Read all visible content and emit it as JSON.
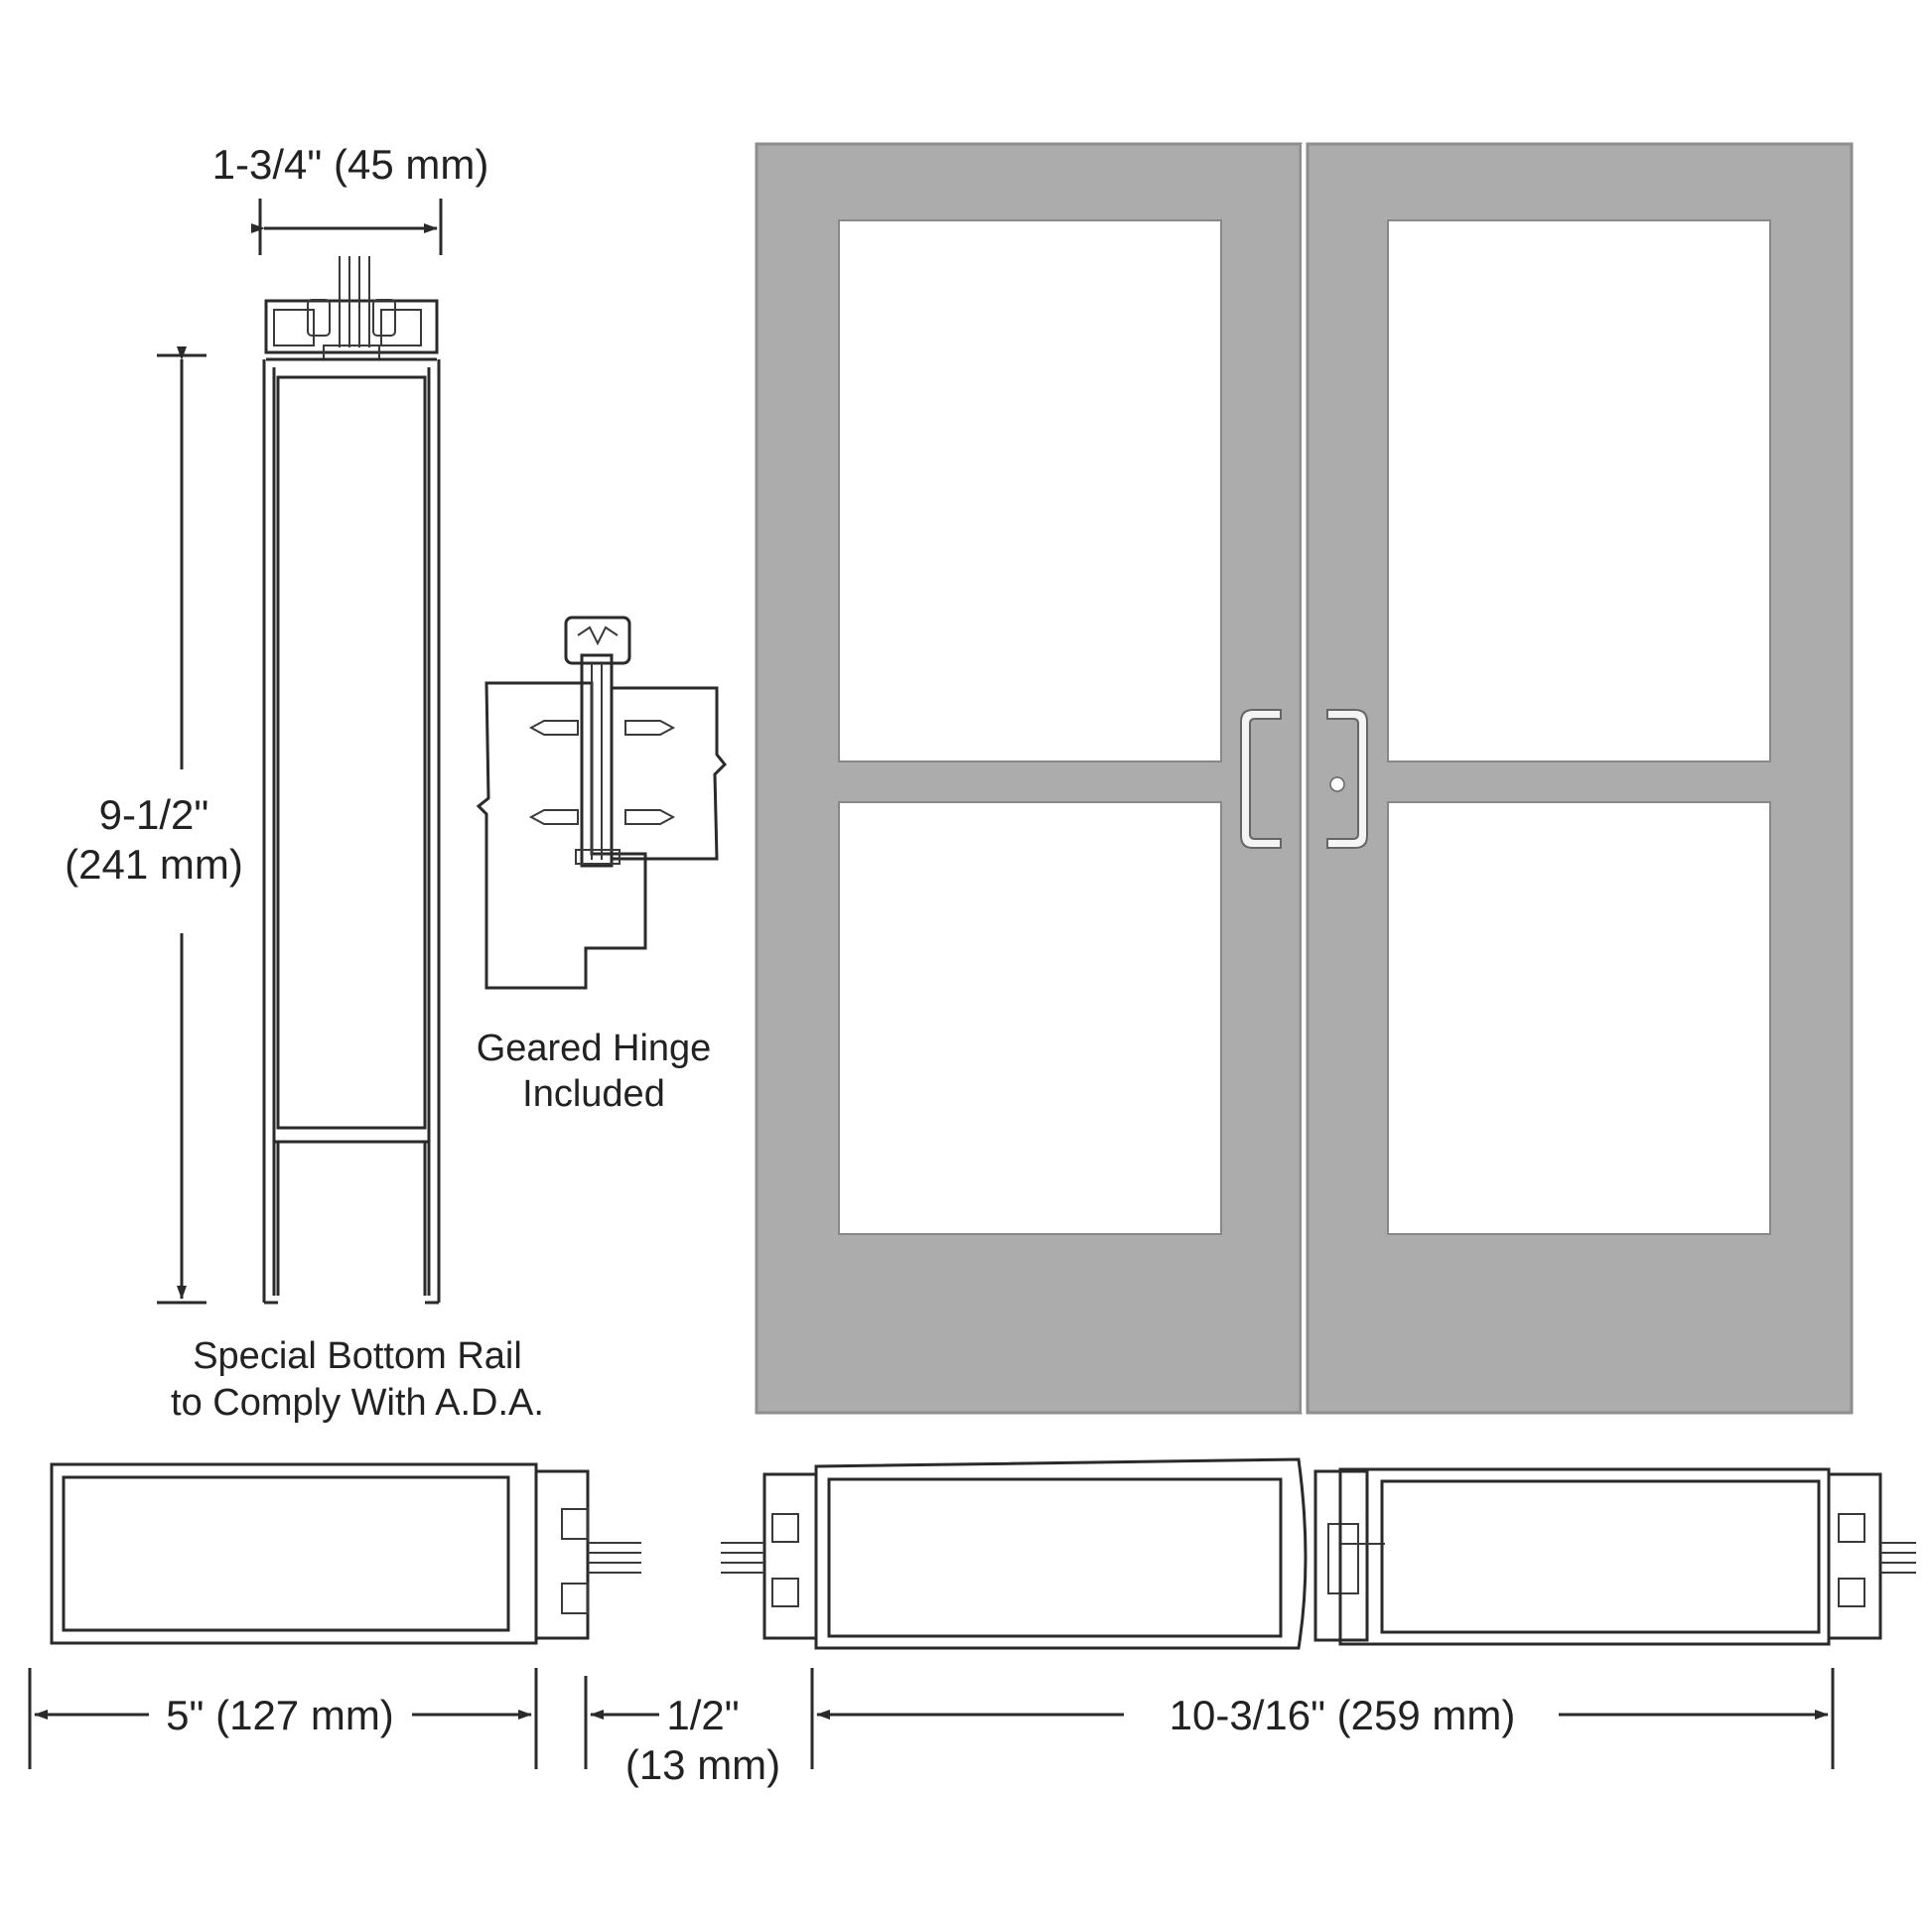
{
  "colors": {
    "door_finish": "#acacac",
    "door_edge": "#8e8e8e",
    "glass": "#ffffff",
    "handle": "#f4f4f4",
    "linework": "#2a2a2a",
    "text": "#222222"
  },
  "labels": {
    "stile_width": "1-3/4\" (45 mm)",
    "rail_height_in": "9-1/2\"",
    "rail_height_mm": "(241 mm)",
    "bottom_rail_line1": "Special Bottom Rail",
    "bottom_rail_line2": "to Comply With A.D.A.",
    "hinge_line1": "Geared Hinge",
    "hinge_line2": "Included",
    "section_width": "5\" (127 mm)",
    "gap_in": "1/2\"",
    "gap_mm": "(13 mm)",
    "pair_width": "10-3/16\" (259 mm)"
  }
}
